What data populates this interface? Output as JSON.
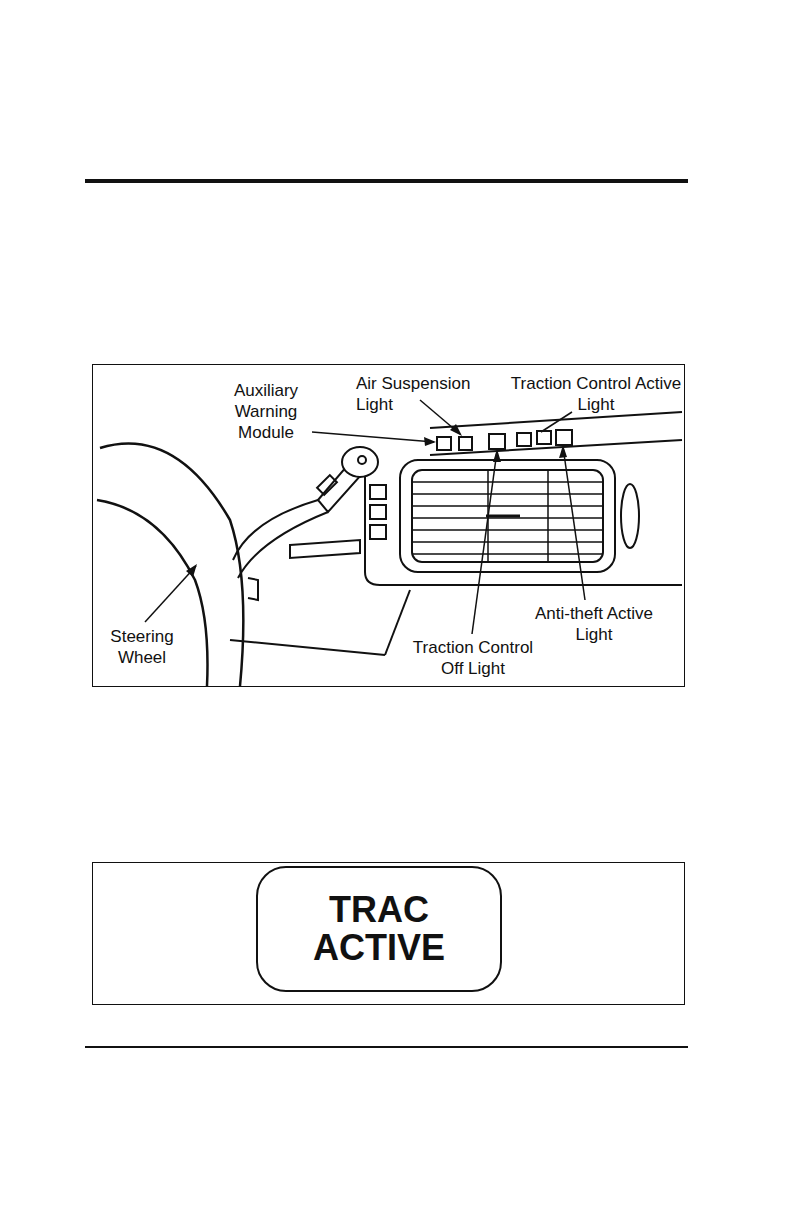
{
  "diagram": {
    "nodes": [
      {
        "text": [
          "TRAC ACTIVE"
        ]
      }
    ],
    "labels": [
      "Auxiliary Warning Module",
      "Air Suspension Light",
      "Traction Control Active Light",
      "Steering Wheel",
      "Traction Control Off Light",
      "Anti-theft Active Light"
    ]
  }
}
